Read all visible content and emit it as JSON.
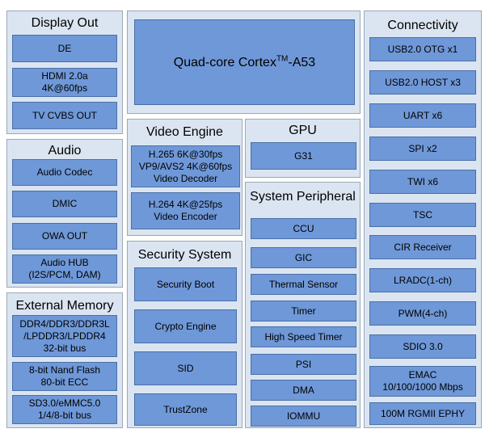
{
  "display_out": {
    "title": "Display Out",
    "items": [
      "DE",
      "HDMI 2.0a\n4K@60fps",
      "TV CVBS OUT"
    ]
  },
  "audio": {
    "title": "Audio",
    "items": [
      "Audio Codec",
      "DMIC",
      "OWA OUT",
      "Audio HUB\n(I2S/PCM, DAM)"
    ]
  },
  "external_memory": {
    "title": "External Memory",
    "items": [
      "DDR4/DDR3/DDR3L\n/LPDDR3/LPDDR4\n32-bit bus",
      "8-bit Nand Flash\n80-bit ECC",
      "SD3.0/eMMC5.0\n1/4/8-bit bus"
    ]
  },
  "cpu": {
    "text_before": "Quad-core Cortex",
    "superscript": "TM",
    "text_after": "-A53"
  },
  "video_engine": {
    "title": "Video Engine",
    "items": [
      "H.265 6K@30fps\nVP9/AVS2 4K@60fps\nVideo Decoder",
      "H.264 4K@25fps\nVideo Encoder"
    ]
  },
  "gpu": {
    "title": "GPU",
    "items": [
      "G31"
    ]
  },
  "security_system": {
    "title": "Security System",
    "items": [
      "Security Boot",
      "Crypto Engine",
      "SID",
      "TrustZone"
    ]
  },
  "system_peripheral": {
    "title": "System Peripheral",
    "items": [
      "CCU",
      "GIC",
      "Thermal Sensor",
      "Timer",
      "High Speed Timer",
      "PSI",
      "DMA",
      "IOMMU"
    ]
  },
  "connectivity": {
    "title": "Connectivity",
    "items": [
      "USB2.0 OTG x1",
      "USB2.0 HOST x3",
      "UART x6",
      "SPI x2",
      "TWI x6",
      "TSC",
      "CIR Receiver",
      "LRADC(1-ch)",
      "PWM(4-ch)",
      "SDIO 3.0",
      "EMAC\n10/100/1000 Mbps",
      "100M RGMII EPHY"
    ]
  }
}
